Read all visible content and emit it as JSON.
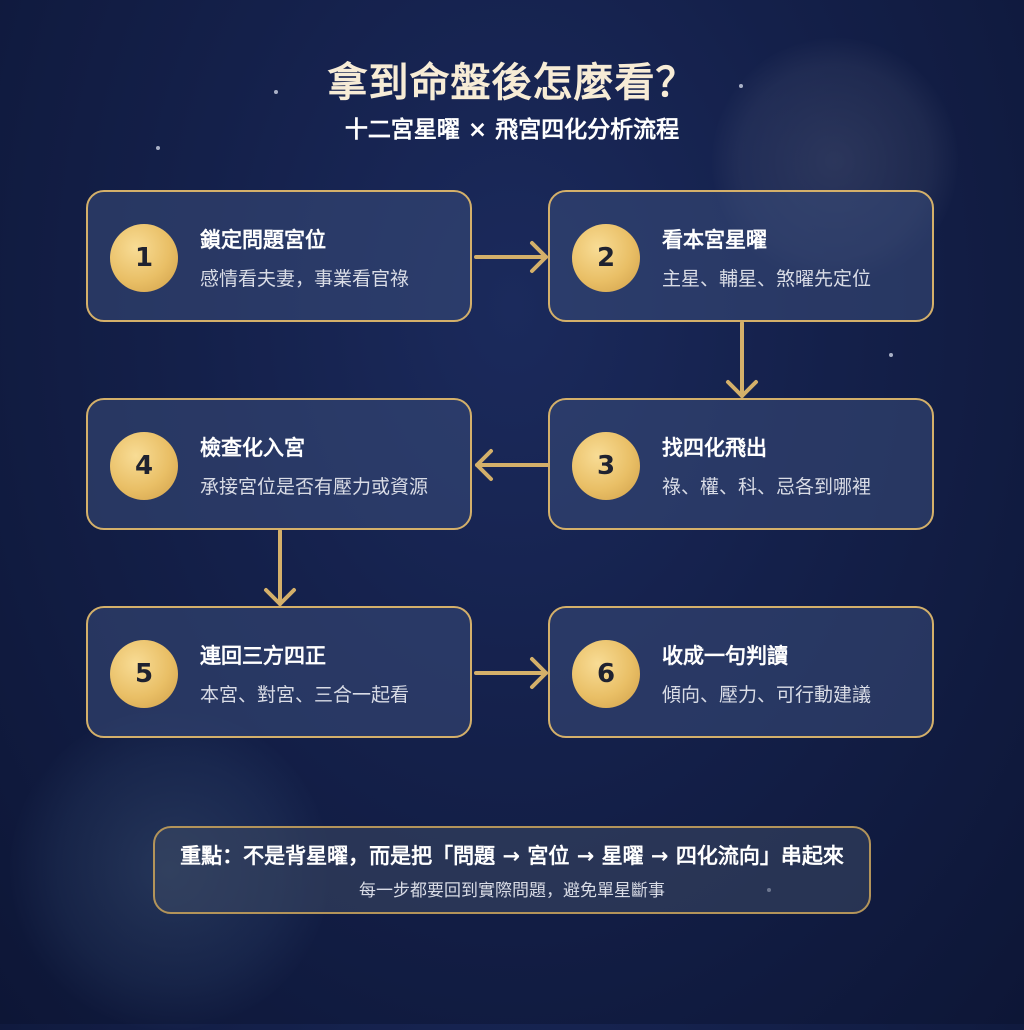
{
  "header": {
    "title": "拿到命盤後怎麼看？",
    "subtitle": "十二宮星曜 × 飛宮四化分析流程"
  },
  "steps": [
    {
      "number": "1",
      "title": "鎖定問題宮位",
      "desc": "感情看夫妻，事業看官祿"
    },
    {
      "number": "2",
      "title": "看本宮星曜",
      "desc": "主星、輔星、煞曜先定位"
    },
    {
      "number": "3",
      "title": "找四化飛出",
      "desc": "祿、權、科、忌各到哪裡"
    },
    {
      "number": "4",
      "title": "檢查化入宮",
      "desc": "承接宮位是否有壓力或資源"
    },
    {
      "number": "5",
      "title": "連回三方四正",
      "desc": "本宮、對宮、三合一起看"
    },
    {
      "number": "6",
      "title": "收成一句判讀",
      "desc": "傾向、壓力、可行動建議"
    }
  ],
  "note": {
    "main": "重點：不是背星曜，而是把「問題 → 宮位 → 星曜 → 四化流向」串起來",
    "sub": "每一步都要回到實際問題，避免單星斷事"
  },
  "colors": {
    "accent_gold": "#d4b06a",
    "badge_gold": "#e9bf66",
    "background": "#14204a"
  }
}
